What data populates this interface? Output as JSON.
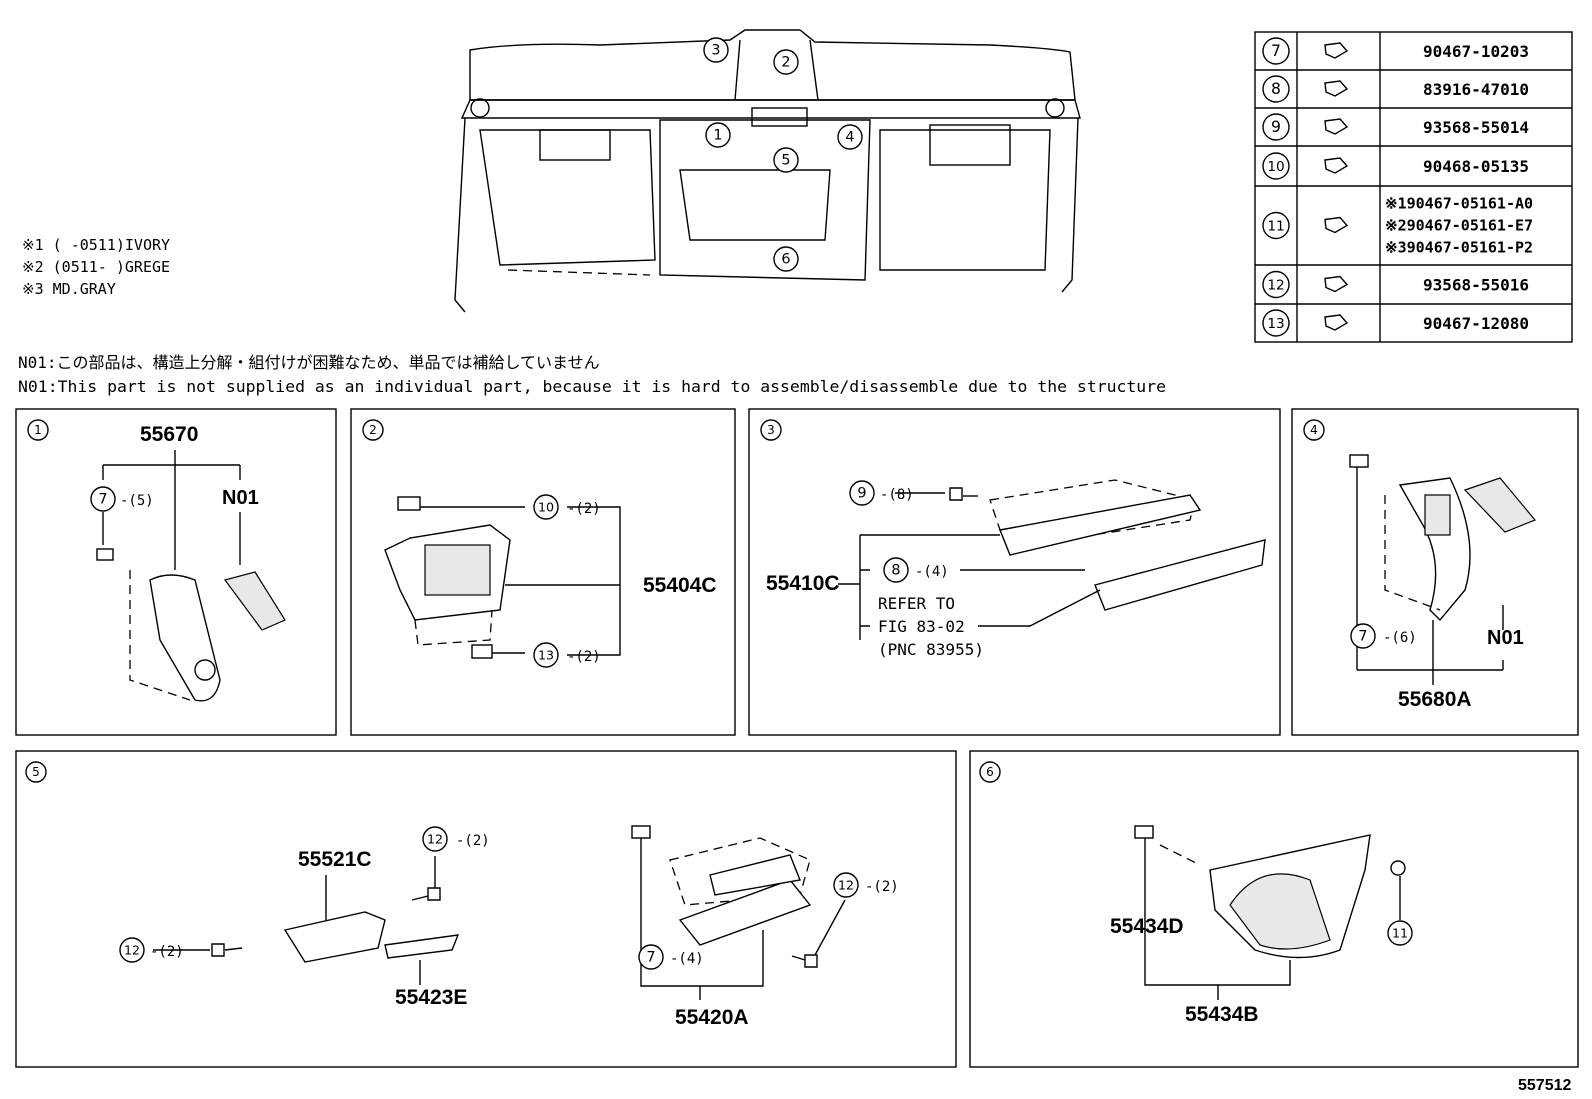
{
  "color_notes": [
    "※1 (      -0511)IVORY",
    "※2 (0511-      )GREGE",
    "※3 MD.GRAY"
  ],
  "notes": {
    "jp": "N01:この部品は、構造上分解・組付けが困難なため、単品では補給していません",
    "en": "N01:This part is not supplied as an individual part, because it is hard to assemble/disassemble due to the structure"
  },
  "overview_refs": [
    "1",
    "2",
    "3",
    "4",
    "5",
    "6"
  ],
  "parts_table": [
    {
      "ref": "7",
      "numbers": [
        "90467-10203"
      ]
    },
    {
      "ref": "8",
      "numbers": [
        "83916-47010"
      ]
    },
    {
      "ref": "9",
      "numbers": [
        "93568-55014"
      ]
    },
    {
      "ref": "10",
      "numbers": [
        "90468-05135"
      ]
    },
    {
      "ref": "11",
      "numbers": [
        "※190467-05161-A0",
        "※290467-05161-E7",
        "※390467-05161-P2"
      ]
    },
    {
      "ref": "12",
      "numbers": [
        "93568-55016"
      ]
    },
    {
      "ref": "13",
      "numbers": [
        "90467-12080"
      ]
    }
  ],
  "panels": {
    "p1": {
      "ref": "1",
      "main": "55670",
      "note": "N01",
      "clip": "7",
      "clip_qty": "-(5)"
    },
    "p2": {
      "ref": "2",
      "main": "55404C",
      "clip_a": "10",
      "clip_a_qty": "-(2)",
      "clip_b": "13",
      "clip_b_qty": "-(2)"
    },
    "p3": {
      "ref": "3",
      "main": "55410C",
      "screw": "9",
      "screw_qty": "-(8)",
      "clip": "8",
      "clip_qty": "-(4)",
      "refer": [
        "REFER TO",
        "FIG 83-02",
        "(PNC 83955)"
      ]
    },
    "p4": {
      "ref": "4",
      "main": "55680A",
      "note": "N01",
      "clip": "7",
      "clip_qty": "-(6)"
    },
    "p5": {
      "ref": "5",
      "part_a": "55521C",
      "part_b": "55423E",
      "part_c": "55420A",
      "screw_a": "12",
      "screw_a_qty": "-(2)",
      "screw_b": "12",
      "screw_b_qty": "-(2)",
      "screw_c": "12",
      "screw_c_qty": "-(2)",
      "clip": "7",
      "clip_qty": "-(4)"
    },
    "p6": {
      "ref": "6",
      "part_a": "55434D",
      "part_b": "55434B",
      "clip": "11"
    }
  },
  "figure_id": "557512"
}
